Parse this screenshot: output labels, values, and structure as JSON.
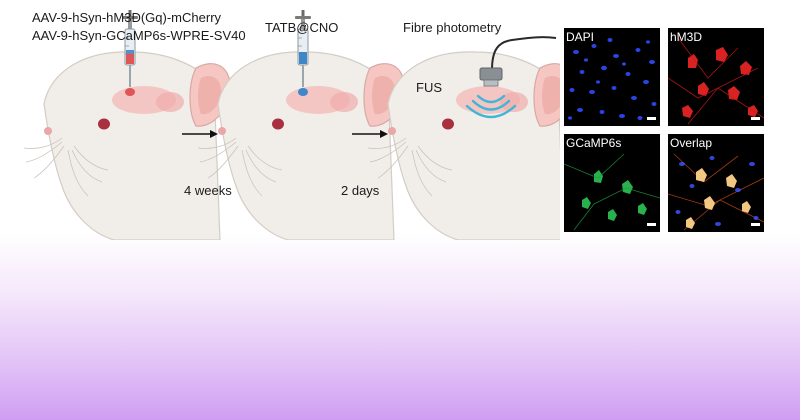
{
  "step1": {
    "virus_line1": "AAV-9-hSyn-hM3D(Gq)-mCherry",
    "virus_line2": "AAV-9-hSyn-GCaMP6s-WPRE-SV40",
    "interval": "4 weeks"
  },
  "step2": {
    "drug": "TATB@CNO",
    "interval": "2 days"
  },
  "step3": {
    "method": "Fibre photometry",
    "probe": "FUS"
  },
  "panels": [
    {
      "label": "DAPI",
      "color": "#3a54ff"
    },
    {
      "label": "hM3D",
      "color": "#ff2a2a"
    },
    {
      "label": "GCaMP6s",
      "color": "#2fd05a"
    },
    {
      "label": "Overlap",
      "color": "#ffb060"
    }
  ],
  "colors": {
    "mouse_fill": "#f1ede8",
    "ear": "#f5c6c2",
    "brain": "#f3b8b8",
    "injection_red": "#e05555",
    "injection_blue": "#3f86c9",
    "ultrasound_waves": "#3fb6d6"
  }
}
